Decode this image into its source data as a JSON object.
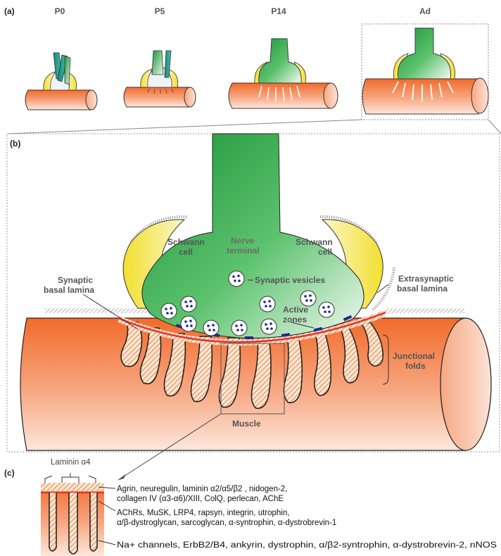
{
  "panels": {
    "a": "(a)",
    "b": "(b)",
    "c": "(c)"
  },
  "stages": [
    "P0",
    "P5",
    "P14",
    "Ad"
  ],
  "labels": {
    "schwann_left_1": "Schwann",
    "schwann_left_2": "cell",
    "schwann_right_1": "Schwann",
    "schwann_right_2": "cell",
    "nerve_1": "Nerve",
    "nerve_2": "terminal",
    "synaptic_bl_1": "Synaptic",
    "synaptic_bl_2": "basal lamina",
    "vesicles": "Synaptic vesicles",
    "extra_bl_1": "Extrasynaptic",
    "extra_bl_2": "basal lamina",
    "active_1": "Active",
    "active_2": "zones",
    "folds_1": "Junctional",
    "folds_2": "folds",
    "muscle": "Muscle"
  },
  "panel_c": {
    "laminin": "Laminin α4",
    "line1": "Agrin, neuregulin, laminin α2/α5/β2 , nidogen-2,",
    "line2": "collagen IV (α3-α6)/XIII,  ColQ, perlecan, AChE",
    "line3": "AChRs, MuSK, LRP4, rapsyn, integrin, utrophin,",
    "line4": "α/β-dystroglycan, sarcoglycan, α-syntrophin, α-dystrobrevin-1",
    "line5": "Na+ channels, ErbB2/B4, ankyrin, dystrophin, α/β2-syntrophin, α-dystrobrevin-2, nNOS"
  },
  "colors": {
    "muscle": "#f07a3c",
    "nerve": "#1f9a3c",
    "schwann": "#f4e24a",
    "lamina": "#e9a06a",
    "ach_red": "#e8312a",
    "zones": "#1c2a8c"
  }
}
